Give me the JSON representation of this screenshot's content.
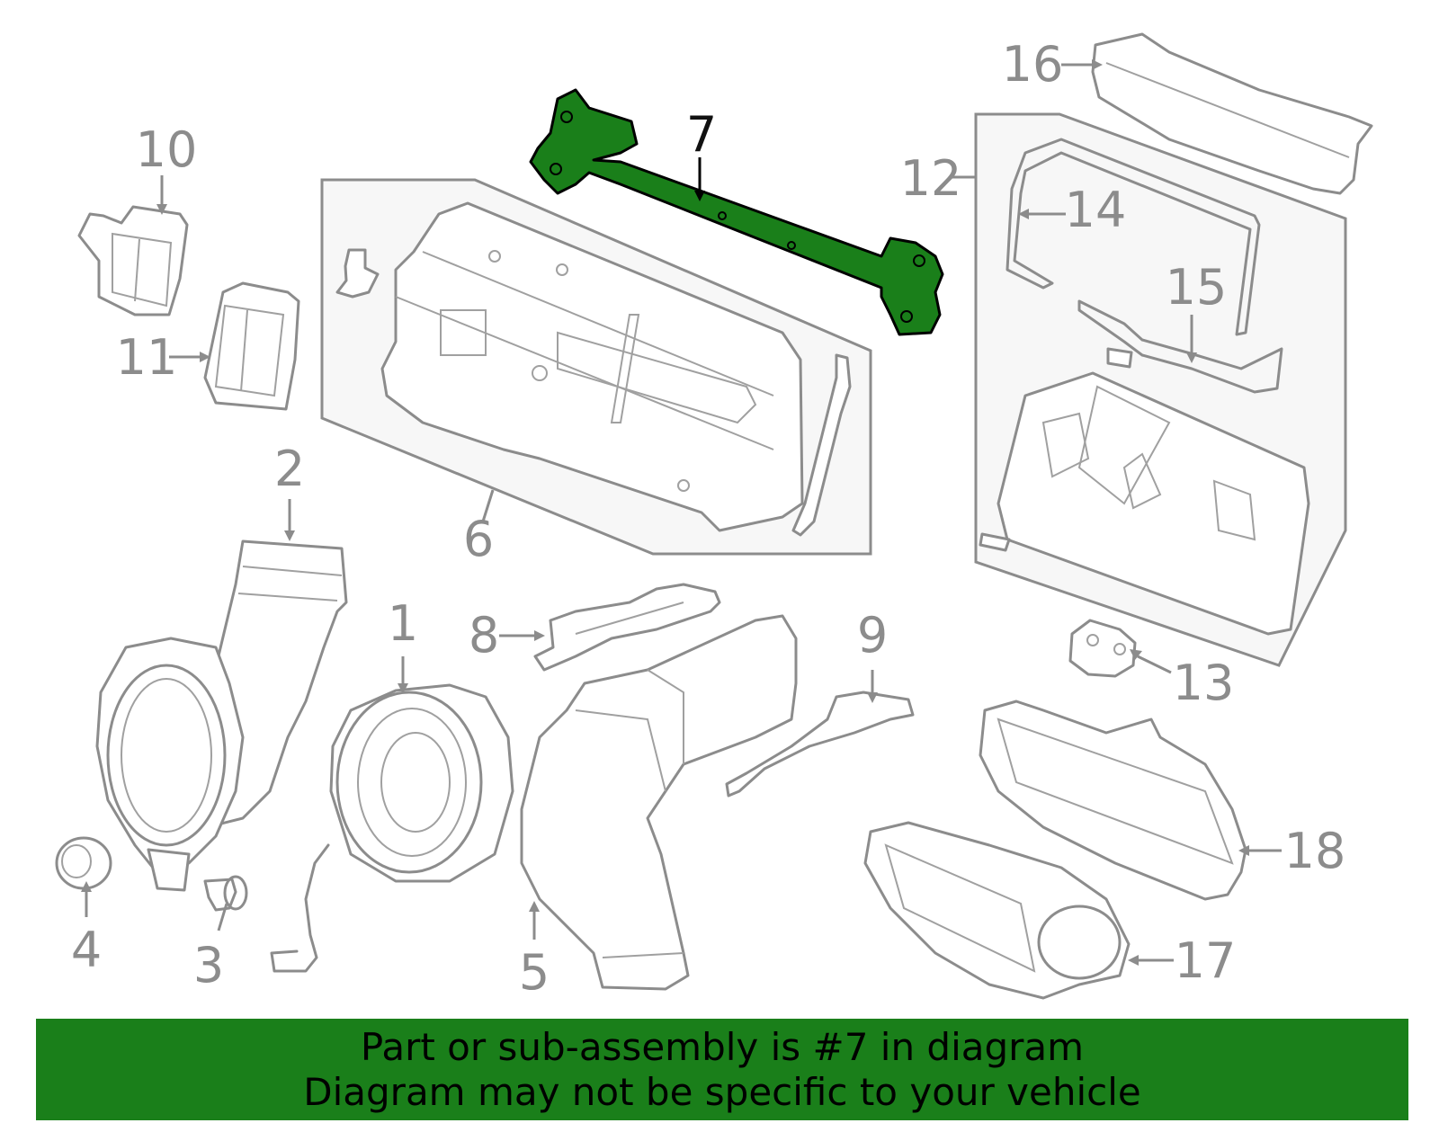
{
  "highlight_color": "#1a7f1a",
  "callouts": [
    {
      "number": "1",
      "part": "blower-motor"
    },
    {
      "number": "2",
      "part": "duct-upper"
    },
    {
      "number": "3",
      "part": "clip"
    },
    {
      "number": "4",
      "part": "grommet"
    },
    {
      "number": "5",
      "part": "air-duct"
    },
    {
      "number": "6",
      "part": "battery-tray-assembly"
    },
    {
      "number": "7",
      "part": "crossmember-bracket",
      "highlighted": true
    },
    {
      "number": "8",
      "part": "bracket"
    },
    {
      "number": "9",
      "part": "support-rod"
    },
    {
      "number": "10",
      "part": "relay-module"
    },
    {
      "number": "11",
      "part": "connector-module"
    },
    {
      "number": "12",
      "part": "battery-cover-assembly"
    },
    {
      "number": "13",
      "part": "insulator"
    },
    {
      "number": "14",
      "part": "seal"
    },
    {
      "number": "15",
      "part": "seal-strip"
    },
    {
      "number": "16",
      "part": "shield"
    },
    {
      "number": "17",
      "part": "fan-housing"
    },
    {
      "number": "18",
      "part": "frame"
    }
  ],
  "banner": {
    "line1": "Part or sub-assembly is #7 in diagram",
    "line2": "Diagram may not be specific to your vehicle"
  }
}
